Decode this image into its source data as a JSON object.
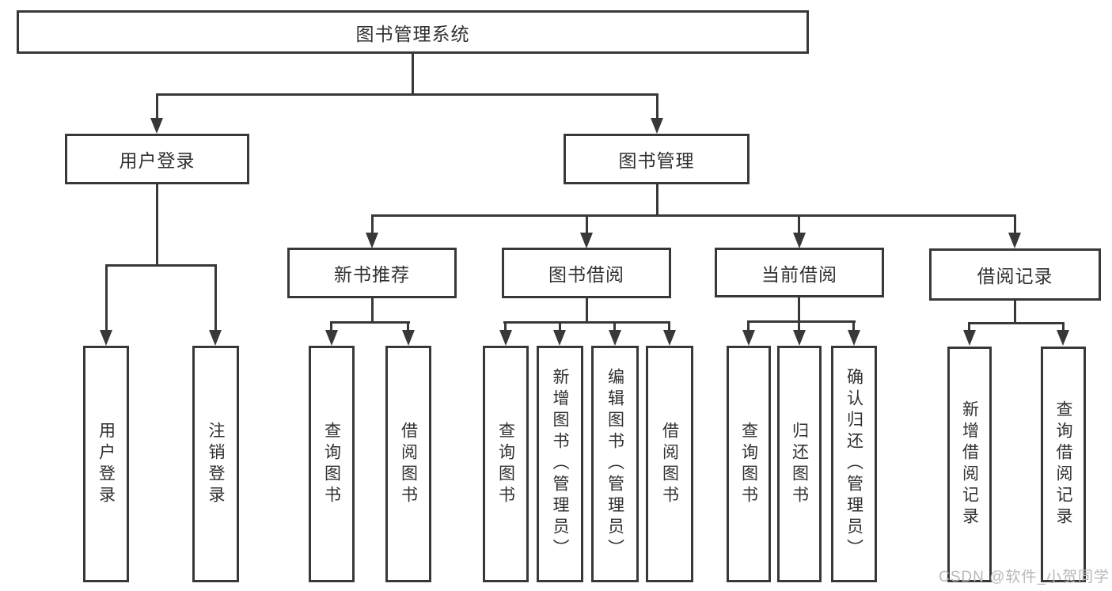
{
  "diagram": {
    "type": "hierarchy-tree",
    "watermark": "CSDN @软件_小贺同学",
    "colors": {
      "background": "#ffffff",
      "line": "#383838",
      "box_border": "#383838",
      "text": "#303030",
      "watermark": "#b8b8b8"
    },
    "tree": {
      "label": "图书管理系统",
      "children": [
        {
          "label": "用户登录",
          "children": [
            {
              "label": "用户登录"
            },
            {
              "label": "注销登录"
            }
          ]
        },
        {
          "label": "图书管理",
          "children": [
            {
              "label": "新书推荐",
              "children": [
                {
                  "label": "查询图书"
                },
                {
                  "label": "借阅图书"
                }
              ]
            },
            {
              "label": "图书借阅",
              "children": [
                {
                  "label": "查询图书"
                },
                {
                  "label": "新增图书（管理员）"
                },
                {
                  "label": "编辑图书（管理员）"
                },
                {
                  "label": "借阅图书"
                }
              ]
            },
            {
              "label": "当前借阅",
              "children": [
                {
                  "label": "查询图书"
                },
                {
                  "label": "归还图书"
                },
                {
                  "label": "确认归还（管理员）"
                }
              ]
            },
            {
              "label": "借阅记录",
              "children": [
                {
                  "label": "新增借阅记录"
                },
                {
                  "label": "查询借阅记录"
                }
              ]
            }
          ]
        }
      ]
    }
  }
}
